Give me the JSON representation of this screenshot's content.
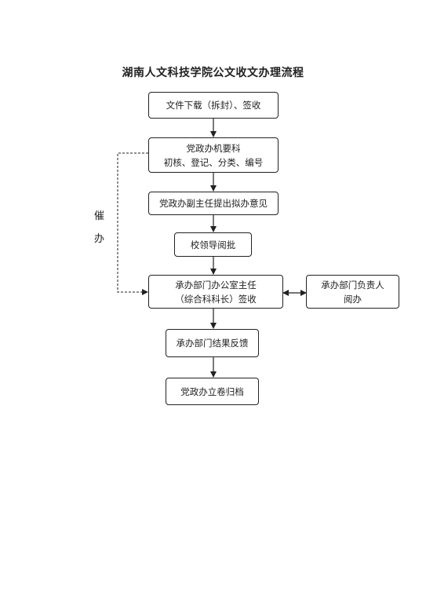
{
  "title": "湖南人文科技学院公文收文办理流程",
  "nodes": {
    "download": [
      "文件下载（拆封）、签收"
    ],
    "party_office": [
      "党政办机要科",
      "初核、登记、分类、编号"
    ],
    "deputy_director": [
      "党政办副主任提出拟办意见"
    ],
    "school_leader": [
      "校领导阅批"
    ],
    "dept_office": [
      "承办部门办公室主任",
      "（综合科科长）签收"
    ],
    "dept_head": [
      "承办部门负责人",
      "阅办"
    ],
    "feedback": [
      "承办部门结果反馈"
    ],
    "archive": [
      "党政办立卷归档"
    ]
  },
  "side_label": [
    "催",
    "办"
  ]
}
